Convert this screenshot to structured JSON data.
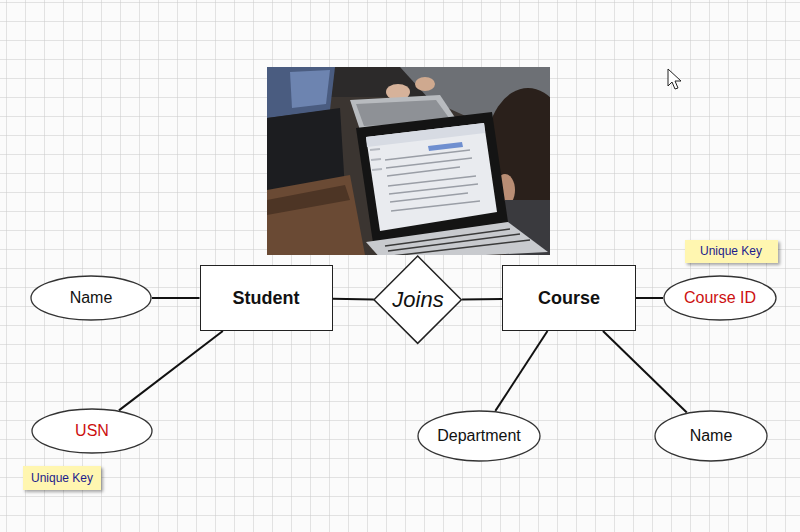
{
  "diagram": {
    "nodes": [
      {
        "text": [
          "Unique Key"
        ]
      },
      {
        "text": [
          "Name"
        ]
      },
      {
        "text": [
          "Student"
        ]
      },
      {
        "text": [
          "Joins"
        ]
      },
      {
        "text": [
          "Course"
        ]
      },
      {
        "text": [
          "Course ID"
        ]
      },
      {
        "text": [
          "USN"
        ]
      },
      {
        "text": [
          "Department"
        ]
      },
      {
        "text": [
          "Name"
        ]
      },
      {
        "text": [
          "Unique Key"
        ]
      }
    ],
    "edges": [
      {
        "from": 1,
        "to": 2,
        "arrow": "none"
      },
      {
        "from": 2,
        "to": 3,
        "arrow": "none"
      },
      {
        "from": 3,
        "to": 4,
        "arrow": "none"
      },
      {
        "from": 4,
        "to": 5,
        "arrow": "none"
      },
      {
        "from": 2,
        "to": 6,
        "arrow": "none"
      },
      {
        "from": 4,
        "to": 7,
        "arrow": "none"
      },
      {
        "from": 4,
        "to": 8,
        "arrow": "none"
      }
    ]
  }
}
